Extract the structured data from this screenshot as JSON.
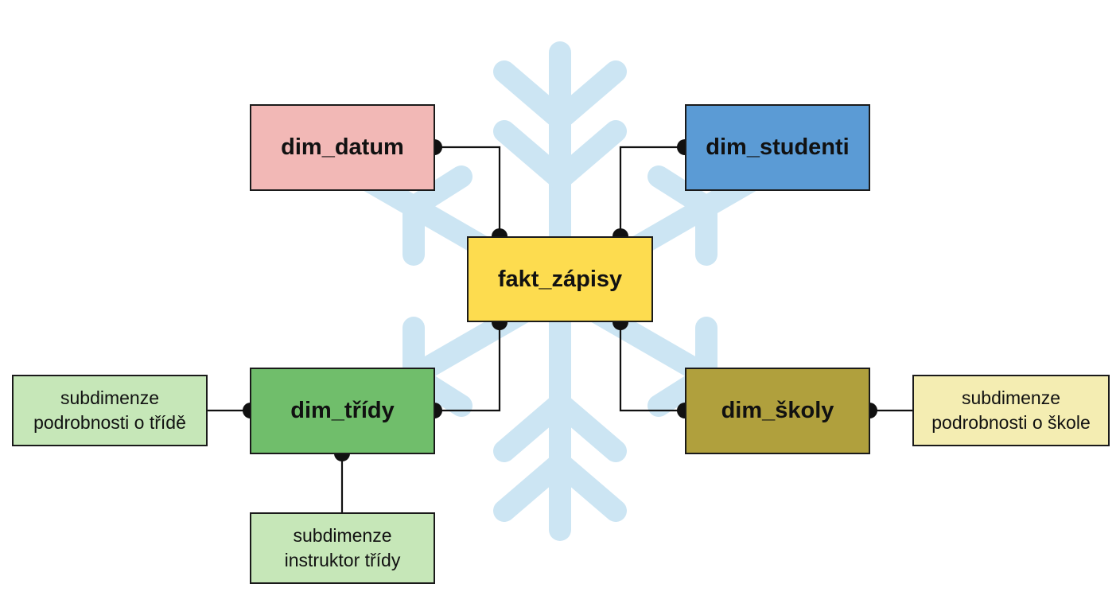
{
  "diagram": {
    "nodes": {
      "fact": {
        "label": "fakt_zápisy",
        "color": "#fddc4f"
      },
      "dim_datum": {
        "label": "dim_datum",
        "color": "#f2b8b6"
      },
      "dim_studenti": {
        "label": "dim_studenti",
        "color": "#5b9bd5"
      },
      "dim_tridy": {
        "label": "dim_třídy",
        "color": "#70be6b"
      },
      "dim_skoly": {
        "label": "dim_školy",
        "color": "#b0a03d"
      },
      "sub_trida_detail": {
        "line1": "subdimenze",
        "line2": "podrobnosti o třídě",
        "color": "#c6e7b8"
      },
      "sub_instruktor": {
        "line1": "subdimenze",
        "line2": "instruktor třídy",
        "color": "#c6e7b8"
      },
      "sub_skola_detail": {
        "line1": "subdimenze",
        "line2": "podrobnosti o škole",
        "color": "#f4edb2"
      }
    },
    "edges": [
      {
        "from": "fact",
        "to": "dim_datum"
      },
      {
        "from": "fact",
        "to": "dim_studenti"
      },
      {
        "from": "fact",
        "to": "dim_tridy"
      },
      {
        "from": "fact",
        "to": "dim_skoly"
      },
      {
        "from": "dim_tridy",
        "to": "sub_trida_detail"
      },
      {
        "from": "dim_tridy",
        "to": "sub_instruktor"
      },
      {
        "from": "dim_skoly",
        "to": "sub_skola_detail"
      }
    ],
    "snowflake_color": "#cce5f3",
    "line_color": "#111111"
  }
}
